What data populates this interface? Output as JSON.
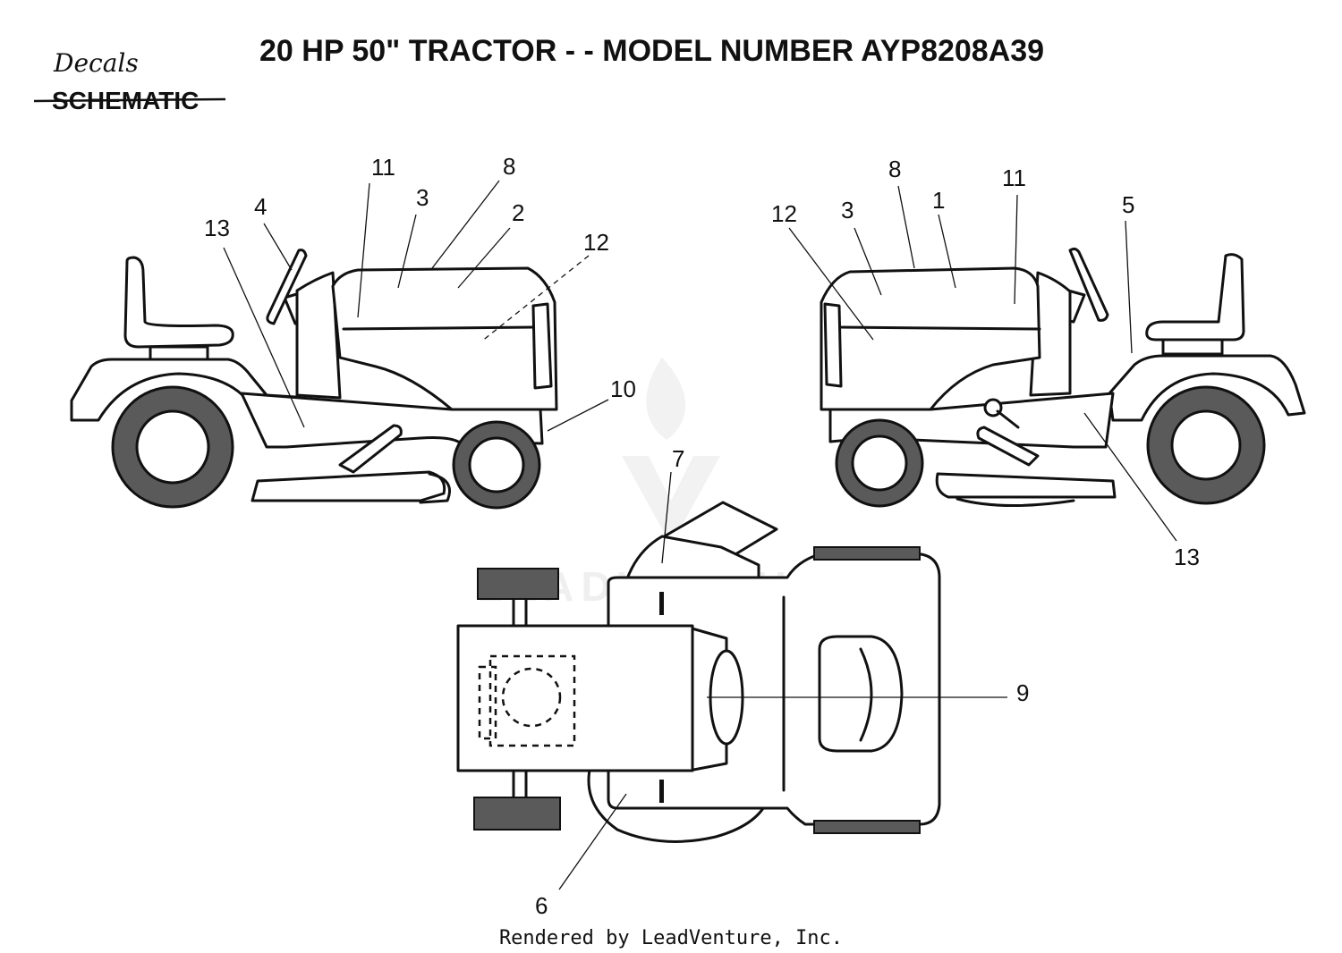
{
  "header": {
    "title": "20 HP 50\" TRACTOR - - MODEL NUMBER AYP8208A39",
    "handwritten_note": "Decals",
    "struck_label": "SCHEMATIC"
  },
  "watermark": {
    "text": "LEADVENTURE"
  },
  "footer": {
    "credit": "Rendered by LeadVenture, Inc."
  },
  "callouts": {
    "left_view": [
      "11",
      "8",
      "3",
      "2",
      "4",
      "13",
      "12",
      "10"
    ],
    "right_view": [
      "8",
      "11",
      "12",
      "3",
      "1",
      "5",
      "13"
    ],
    "top_view": [
      "7",
      "9",
      "6"
    ]
  }
}
